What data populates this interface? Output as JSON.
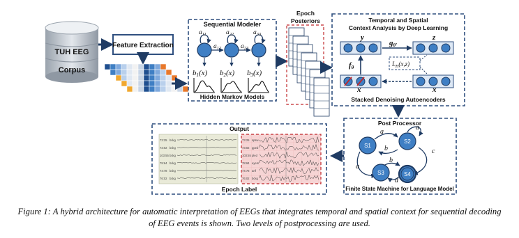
{
  "database": {
    "label_top": "TUH EEG",
    "label_bottom": "Corpus"
  },
  "feature_extraction": {
    "label": "Feature Extraction"
  },
  "sequential_modeler": {
    "title": "Sequential Modeler",
    "transitions": [
      "a",
      "a",
      "a",
      "a",
      "a"
    ],
    "transition_subs": [
      "11",
      "12",
      "22",
      "23",
      "33"
    ],
    "emissions": [
      "b",
      "b",
      "b"
    ],
    "emission_subs": [
      "1",
      "2",
      "3"
    ],
    "emission_arg": "(x)",
    "footer": "Hidden Markov Models"
  },
  "epoch_posteriors": {
    "label_line1": "Epoch",
    "label_line2": "Posteriors"
  },
  "deep_learning": {
    "title_line1": "Temporal and Spatial",
    "title_line2": "Context Analysis by Deep Learning",
    "y_label": "y",
    "z_label": "z",
    "x_label": "x",
    "xtilde_label": "x̃",
    "f_label": "f",
    "f_sub": "θ",
    "g_label": "g",
    "g_sub": "θ'",
    "loss_label": "L",
    "loss_sub": "H",
    "loss_arg": "(x,z)",
    "footer": "Stacked Denoising Autoencoders"
  },
  "post_processor": {
    "title": "Post Processor",
    "states": [
      "S1",
      "S2",
      "S3",
      "S4"
    ],
    "edge_labels": [
      "a",
      "a",
      "b",
      "c",
      "a",
      "b",
      "d"
    ],
    "footer": "Finite State Machine for Language Model"
  },
  "output": {
    "title": "Output",
    "footer": "Epoch Label",
    "left_times": [
      "73:25",
      "73:02",
      "103:55",
      "78:64",
      "74:78",
      "76:02"
    ],
    "left_labels": [
      "bckg",
      "bckg",
      "bckg",
      "bckg",
      "bckg",
      "bckg"
    ],
    "right_times": [
      "73:25",
      "73:02",
      "103:55",
      "78:64",
      "74:78",
      "76:02"
    ],
    "right_labels": [
      "spsw",
      "gped",
      "pled",
      "eyem",
      "artf",
      "bckg"
    ]
  },
  "caption": {
    "line1": "Figure 1: A hybrid architecture for automatic interpretation of EEGs that integrates temporal and spatial context for sequential decoding",
    "line2": "of EEG events is shown. Two levels of postprocessing are used."
  },
  "colors": {
    "navy": "#1f3b63",
    "box_blue": "#2f4f7f",
    "node_blue": "#3f7fc4",
    "node_light": "#dde8f5",
    "red_dash": "#c0282c",
    "eeg_pink": "#f6d4d4",
    "eeg_beige": "#e9ead8"
  }
}
